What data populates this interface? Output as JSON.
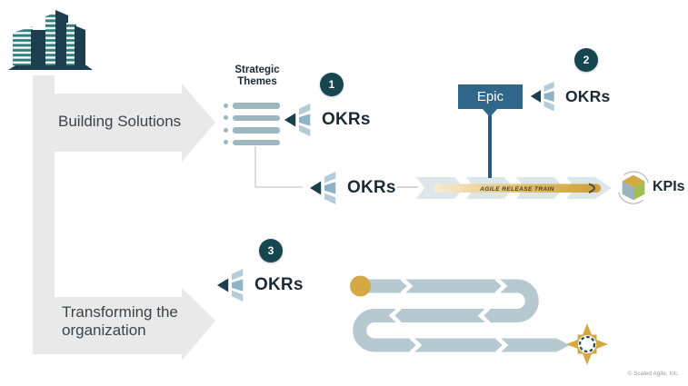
{
  "colors": {
    "dark_teal": "#164650",
    "navy_icon": "#1c3e4e",
    "steel_blue": "#306689",
    "stem_blue": "#2a5a7a",
    "gold": "#d4a843",
    "light_icon": "#b3ccd9",
    "mid_icon": "#8fb3c6",
    "list_blue": "#9cb7c0",
    "snake_blue": "#b6c9d1",
    "art_chevron": "#dde7ea",
    "arrow_gray": "#e9e9e9",
    "text_dark": "#1b2a35",
    "label_gray": "#3f4347",
    "green_face": "#a3bd55",
    "cube_left": "#9ab3bd",
    "footer_gray": "#9a9a9a"
  },
  "icons": {
    "building": "buildings-icon",
    "okr": "okr-funnel-icon",
    "list": "strategic-themes-list-icon",
    "cube": "kpi-cube-icon",
    "compass": "compass-star-icon",
    "start": "start-dot-icon"
  },
  "left_flow": {
    "building_solutions": "Building Solutions",
    "transforming_line1": "Transforming the",
    "transforming_line2": "organization"
  },
  "strategic_themes": {
    "line1": "Strategic",
    "line2": "Themes"
  },
  "badges": {
    "one": "1",
    "two": "2",
    "three": "3"
  },
  "okrs": {
    "strategic": "OKRs",
    "art": "OKRs",
    "epic": "OKRs",
    "transformation": "OKRs"
  },
  "epic": {
    "label": "Epic"
  },
  "art": {
    "label": "AGILE RELEASE TRAIN"
  },
  "kpis": {
    "label": "KPIs"
  },
  "footer": {
    "copyright": "© Scaled Agile, Inc."
  }
}
